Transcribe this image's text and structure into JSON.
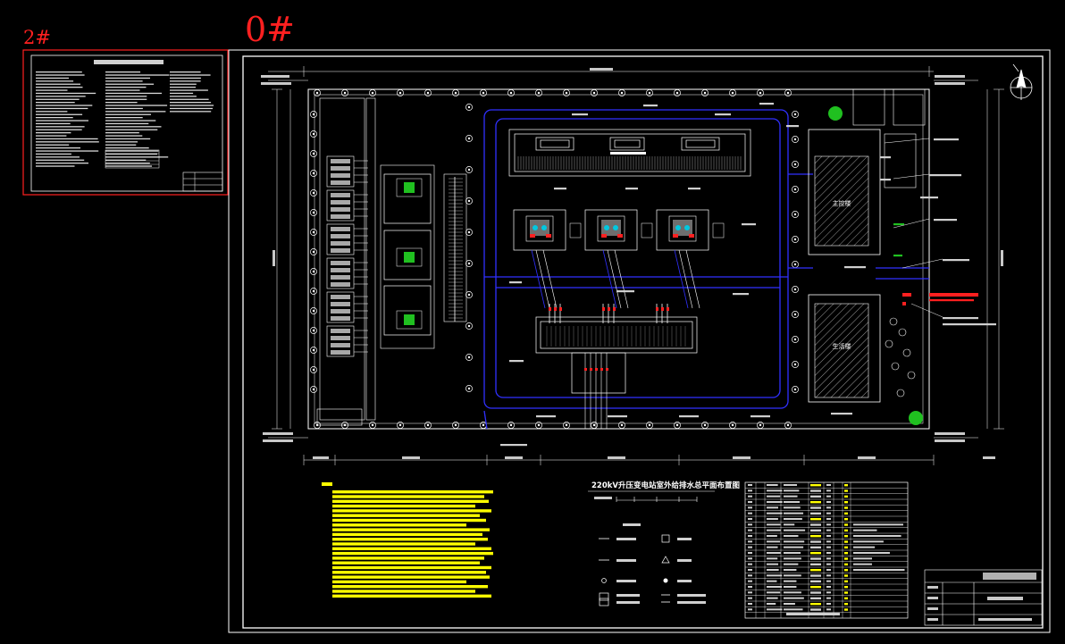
{
  "sheets": {
    "small_label": "2#",
    "large_label": "0#"
  },
  "colors": {
    "background": "#000000",
    "frame": "#ffffff",
    "sheet_outline": "#ff2020",
    "road": "#3030ff",
    "notes_highlight": "#ffff00",
    "vegetation": "#20c020",
    "cyan_equipment": "#00c8e0"
  },
  "drawing": {
    "title": "220kV升压变电站室外给排水总平面布置图"
  },
  "buildings": {
    "main_hall": "主控楼",
    "service_building": "生活楼"
  },
  "icons": [
    "north-arrow-icon",
    "tree-icon"
  ]
}
